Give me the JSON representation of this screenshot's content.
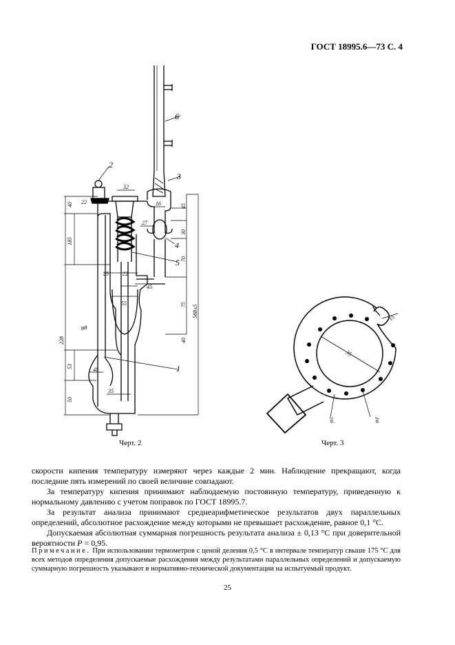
{
  "header": {
    "title": "ГОСТ 18995.6—73 С. 4"
  },
  "figure2": {
    "caption": "Черт. 2",
    "part_numbers": [
      "1",
      "2",
      "3",
      "4",
      "5",
      "6"
    ],
    "dims": {
      "d40": "40",
      "d22": "22",
      "d32": "32",
      "d16": "16",
      "d45": "45",
      "d27": "27",
      "d30": "30",
      "d70": "70",
      "d75": "75",
      "d40b": "40",
      "d5885": "588±5",
      "d185": "185",
      "d25": "25",
      "d22b": "22",
      "d45b": "45",
      "d55": "55",
      "d228": "228",
      "d8": "φ8",
      "d53": "53",
      "d48": "48",
      "d50": "50",
      "d35": "35"
    }
  },
  "figure3": {
    "caption": "Черт. 3",
    "dims": {
      "d15": "15",
      "d35": "35",
      "d45": "φ5",
      "d41": "φ1"
    }
  },
  "body": {
    "p1": "скорости кипения температуру измеряют через каждые 2 мин. Наблюдение прекращают, когда последние пять измерений по своей величине совпадают.",
    "p2": "За температуру кипения принимают наблюдаемую постоянную температуру, приведенную к нормальному давлению с учетом поправок по ГОСТ 18995.7.",
    "p3": "За результат анализа принимают среднеарифметическое результатов двух параллельных определений, абсолютное расхождение между которыми не превышает расхождение, равное 0,1 °С.",
    "p4_a": "Допускаемая абсолютная суммарная погрешность результата анализа ± 0,13 °С при доверительной вероятности ",
    "p4_p": "P",
    "p4_b": " = 0,95."
  },
  "note": {
    "label": "Примечание.",
    "text": " При использовании термометров с ценой деления 0,5 °С в интервале температур свыше 175 °С для всех методов определения допускаемые расхождения между результатами параллельных определений и допускаемую суммарную погрешность указывают в нормативно-технической документации на испытуемый продукт."
  },
  "page_number": "25"
}
